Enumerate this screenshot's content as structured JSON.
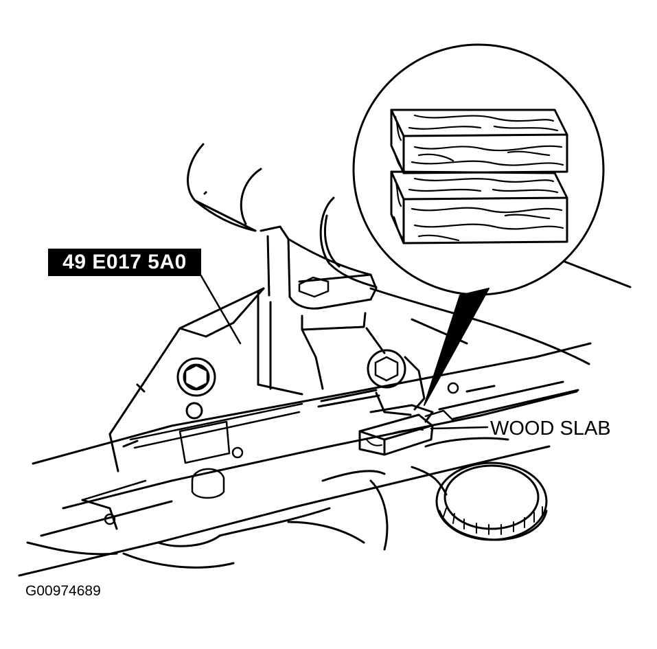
{
  "diagram": {
    "tool_number": "49 E017 5A0",
    "wood_slab_label": "WOOD SLAB",
    "figure_id": "G00974689",
    "colors": {
      "ink": "#000000",
      "paper": "#ffffff"
    }
  }
}
